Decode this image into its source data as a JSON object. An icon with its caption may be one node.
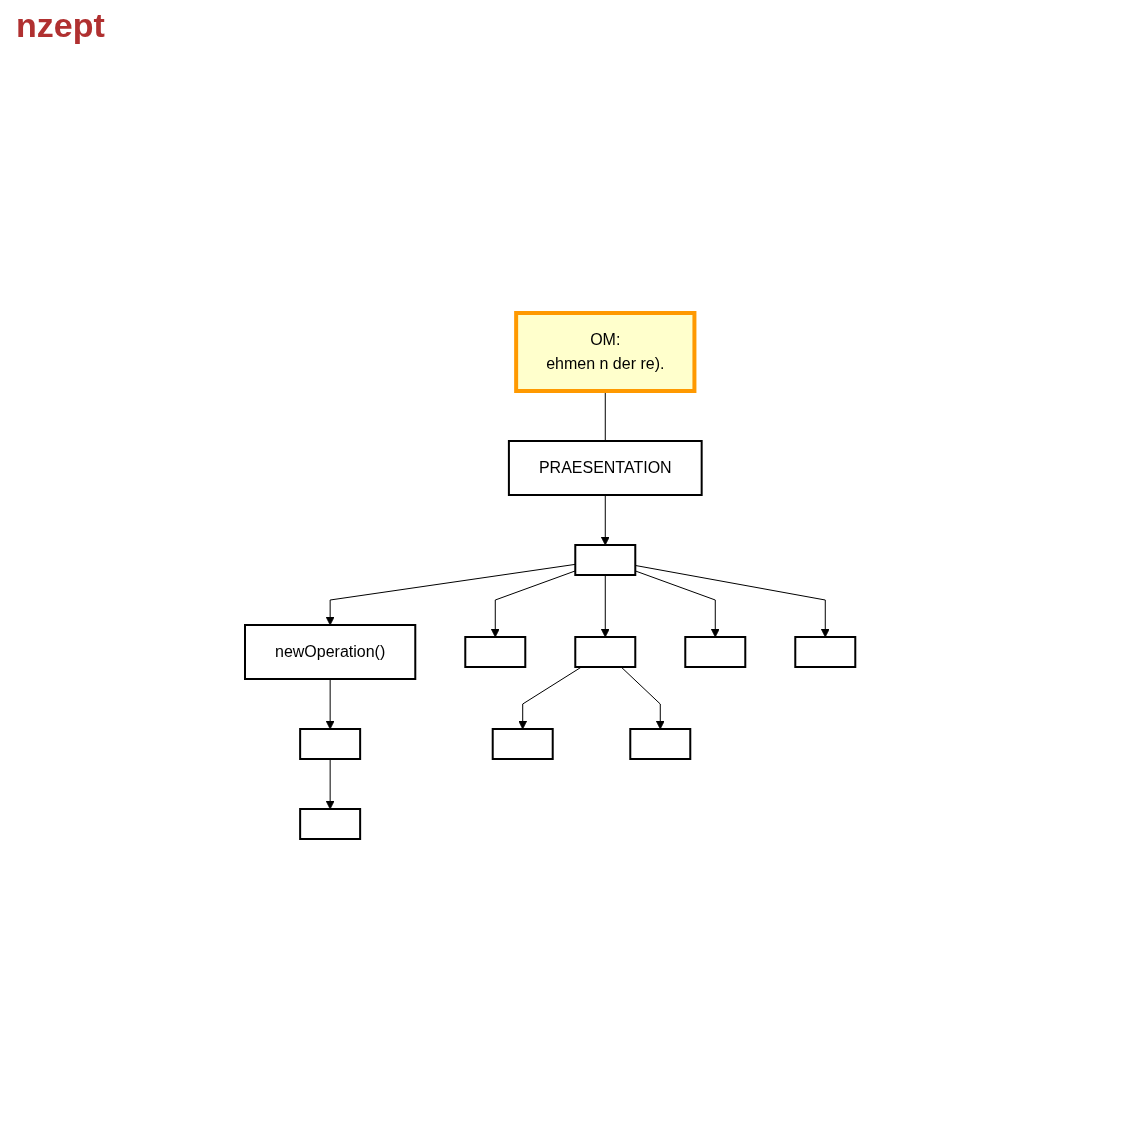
{
  "diagram": {
    "title": "nzept",
    "nodes": [
      {
        "text": [
          "PRAESENTATION"
        ]
      },
      {
        "text": [
          "OM:",
          "ehmen n der re)."
        ]
      },
      {
        "text": [],
        "shape": "box"
      },
      {
        "text": [
          "newOperation()"
        ]
      },
      {
        "text": [],
        "shape": "box"
      },
      {
        "text": [],
        "shape": "box"
      },
      {
        "text": [],
        "shape": "box"
      },
      {
        "text": [],
        "shape": "box"
      },
      {
        "text": [],
        "shape": "box"
      },
      {
        "text": [],
        "shape": "box"
      },
      {
        "text": [],
        "shape": "box"
      },
      {
        "text": [],
        "shape": "box"
      }
    ],
    "edges": [
      {
        "from": 1,
        "to": 0,
        "arrow": "none"
      },
      {
        "from": 0,
        "to": 2,
        "arrow": "to"
      },
      {
        "from": 2,
        "to": 3,
        "arrow": "to"
      },
      {
        "from": 2,
        "to": 4,
        "arrow": "to"
      },
      {
        "from": 2,
        "to": 5,
        "arrow": "to"
      },
      {
        "from": 2,
        "to": 6,
        "arrow": "to"
      },
      {
        "from": 2,
        "to": 7,
        "arrow": "to"
      },
      {
        "from": 3,
        "to": 8,
        "arrow": "to"
      },
      {
        "from": 5,
        "to": 9,
        "arrow": "to"
      },
      {
        "from": 5,
        "to": 10,
        "arrow": "to"
      },
      {
        "from": 8,
        "to": 11,
        "arrow": "to"
      }
    ]
  }
}
